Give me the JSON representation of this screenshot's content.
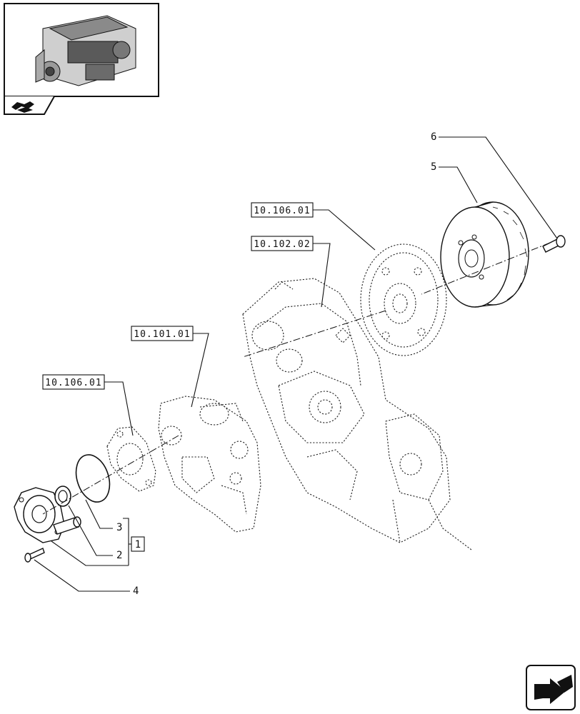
{
  "diagram": {
    "refs": [
      {
        "id": "ref-10-106-01-top",
        "text": "10.106.01"
      },
      {
        "id": "ref-10-102-02",
        "text": "10.102.02"
      },
      {
        "id": "ref-10-101-01",
        "text": "10.101.01"
      },
      {
        "id": "ref-10-106-01-left",
        "text": "10.106.01"
      }
    ],
    "callouts": [
      {
        "id": "1",
        "text": "1"
      },
      {
        "id": "2",
        "text": "2"
      },
      {
        "id": "3",
        "text": "3"
      },
      {
        "id": "4",
        "text": "4"
      },
      {
        "id": "5",
        "text": "5"
      },
      {
        "id": "6",
        "text": "6"
      }
    ],
    "icons": [
      "engine-thumbnail-icon",
      "section-symbol-icon",
      "next-page-arrow-icon"
    ]
  }
}
